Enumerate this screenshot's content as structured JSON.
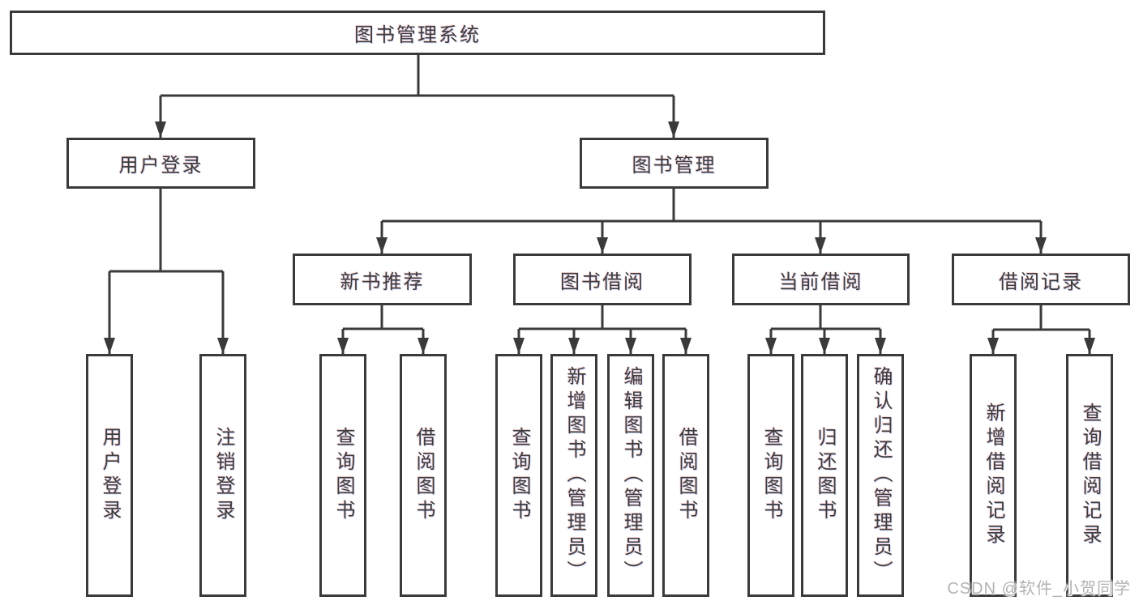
{
  "tree": {
    "label": "图书管理系统",
    "children": [
      {
        "label": "用户登录",
        "children": [
          {
            "label": "用户登录"
          },
          {
            "label": "注销登录"
          }
        ]
      },
      {
        "label": "图书管理",
        "children": [
          {
            "label": "新书推荐",
            "children": [
              {
                "label": "查询图书"
              },
              {
                "label": "借阅图书"
              }
            ]
          },
          {
            "label": "图书借阅",
            "children": [
              {
                "label": "查询图书"
              },
              {
                "label": "新增图书（管理员）"
              },
              {
                "label": "编辑图书（管理员）"
              },
              {
                "label": "借阅图书"
              }
            ]
          },
          {
            "label": "当前借阅",
            "children": [
              {
                "label": "查询图书"
              },
              {
                "label": "归还图书"
              },
              {
                "label": "确认归还（管理员）"
              }
            ]
          },
          {
            "label": "借阅记录",
            "children": [
              {
                "label": "新增借阅记录"
              },
              {
                "label": "查询借阅记录"
              }
            ]
          }
        ]
      }
    ]
  },
  "watermark": "CSDN @软件_小贺同学",
  "colors": {
    "line": "#3a3a3a",
    "text": "#3c3c3c",
    "watermark": "#b3b3b3",
    "background": "#ffffff"
  }
}
